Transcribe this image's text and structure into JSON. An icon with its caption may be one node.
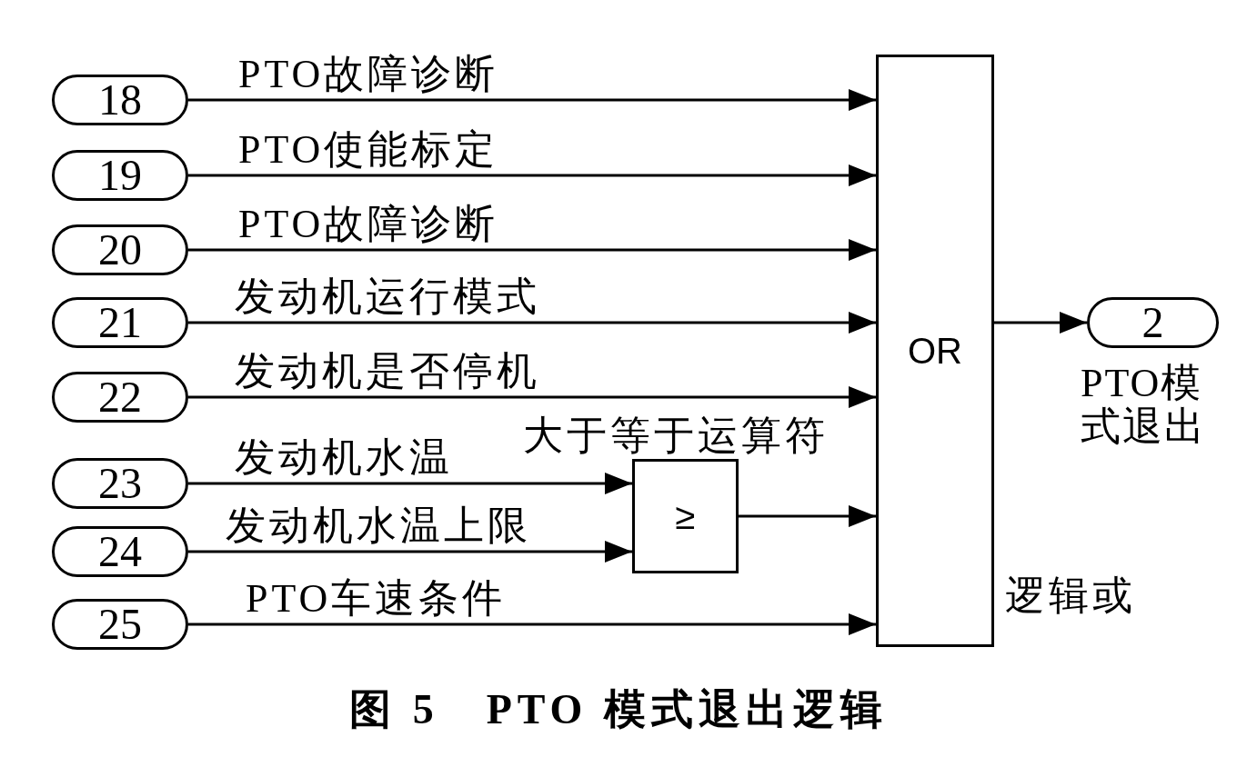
{
  "diagram": {
    "caption": "图 5　PTO 模式退出逻辑",
    "nodes": [
      {
        "text": [
          "18"
        ]
      },
      {
        "text": [
          "19"
        ]
      },
      {
        "text": [
          "20"
        ]
      },
      {
        "text": [
          "21"
        ]
      },
      {
        "text": [
          "22"
        ]
      },
      {
        "text": [
          "23"
        ]
      },
      {
        "text": [
          "24"
        ]
      },
      {
        "text": [
          "25"
        ]
      },
      {
        "text": [
          "≥"
        ],
        "beside": [
          "大于等于运算符"
        ]
      },
      {
        "text": [
          "OR"
        ],
        "beside": [
          "逻辑或"
        ]
      },
      {
        "text": [
          "2"
        ],
        "beside": [
          "PTO模式退出"
        ]
      }
    ],
    "edges": [
      {
        "from": 0,
        "to": 9,
        "arrow": "to",
        "label": "PTO故障诊断"
      },
      {
        "from": 1,
        "to": 9,
        "arrow": "to",
        "label": "PTO使能标定"
      },
      {
        "from": 2,
        "to": 9,
        "arrow": "to",
        "label": "PTO故障诊断"
      },
      {
        "from": 3,
        "to": 9,
        "arrow": "to",
        "label": "发动机运行模式"
      },
      {
        "from": 4,
        "to": 9,
        "arrow": "to",
        "label": "发动机是否停机"
      },
      {
        "from": 5,
        "to": 8,
        "arrow": "to",
        "label": "发动机水温"
      },
      {
        "from": 6,
        "to": 8,
        "arrow": "to",
        "label": "发动机水温上限"
      },
      {
        "from": 8,
        "to": 9,
        "arrow": "to"
      },
      {
        "from": 7,
        "to": 9,
        "arrow": "to",
        "label": "PTO车速条件"
      },
      {
        "from": 9,
        "to": 10,
        "arrow": "to"
      }
    ]
  }
}
